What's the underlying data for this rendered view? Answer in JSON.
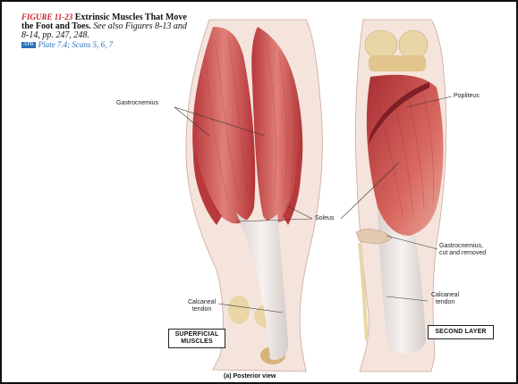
{
  "caption": {
    "figure": "FIGURE 11-23",
    "title": "Extrinsic Muscles That Move the Foot and Toes.",
    "see": "See also Figures 8-13 and 8-14, pp. 247, 248.",
    "apr_badge": "APR",
    "apr": "Plate 7.4; Scans 5, 6, 7"
  },
  "labels": {
    "gastrocnemius": "Gastrocnemius",
    "popliteus": "Popliteus",
    "soleus": "Soleus",
    "gastro_cut_1": "Gastrocnemius,",
    "gastro_cut_2": "cut and removed",
    "calcaneal_left_1": "Calcaneal",
    "calcaneal_left_2": "tendon",
    "calcaneal_right_1": "Calcaneal",
    "calcaneal_right_2": "tendon"
  },
  "boxes": {
    "superficial_1": "SUPERFICIAL",
    "superficial_2": "MUSCLES",
    "second_layer": "SECOND LAYER"
  },
  "view_label": "(a) Posterior view",
  "colors": {
    "muscle": "#c9484a",
    "muscle_light": "#e59a8f",
    "tendon": "#ece6e3",
    "bone": "#e8d6a6",
    "skin": "#f4e4dc",
    "figure_red": "#c8202a",
    "apr_blue": "#2a6fbe"
  }
}
